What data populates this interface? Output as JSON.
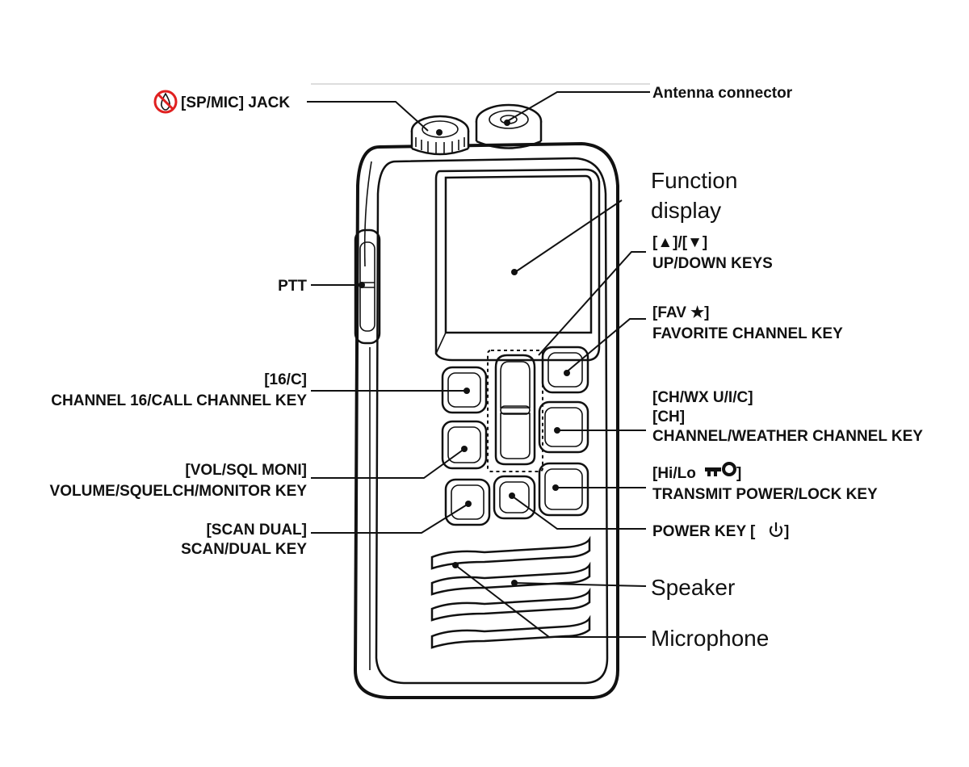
{
  "labels": {
    "sp_mic_jack": "[SP/MIC] JACK",
    "antenna": "Antenna connector",
    "function_display_1": "Function",
    "function_display_2": "display",
    "updown_1": "[▲]/[▼]",
    "updown_2": "UP/DOWN KEYS",
    "fav_1": "[FAV ★]",
    "fav_2": "FAVORITE CHANNEL KEY",
    "ptt": "PTT",
    "ch16_1": "[16/C]",
    "ch16_2": "CHANNEL 16/CALL CHANNEL  KEY",
    "chwx_1": "[CH/WX U/I/C]",
    "chwx_2": "[CH]",
    "chwx_3": "CHANNEL/WEATHER CHANNEL KEY",
    "vol_1": "[VOL/SQL MONI]",
    "vol_2": "VOLUME/SQUELCH/MONITOR KEY",
    "hilo_1": "[Hi/Lo",
    "hilo_1b": "]",
    "hilo_2": "TRANSMIT POWER/LOCK KEY",
    "scan_1": "[SCAN DUAL]",
    "scan_2": "SCAN/DUAL KEY",
    "power": "POWER KEY [",
    "power_end": "]",
    "speaker": "Speaker",
    "microphone": "Microphone"
  },
  "icons": {
    "no_water": "no-water-icon",
    "key": "key-icon",
    "power": "power-icon"
  },
  "colors": {
    "warning_red": "#e02020",
    "ink": "#111111"
  }
}
